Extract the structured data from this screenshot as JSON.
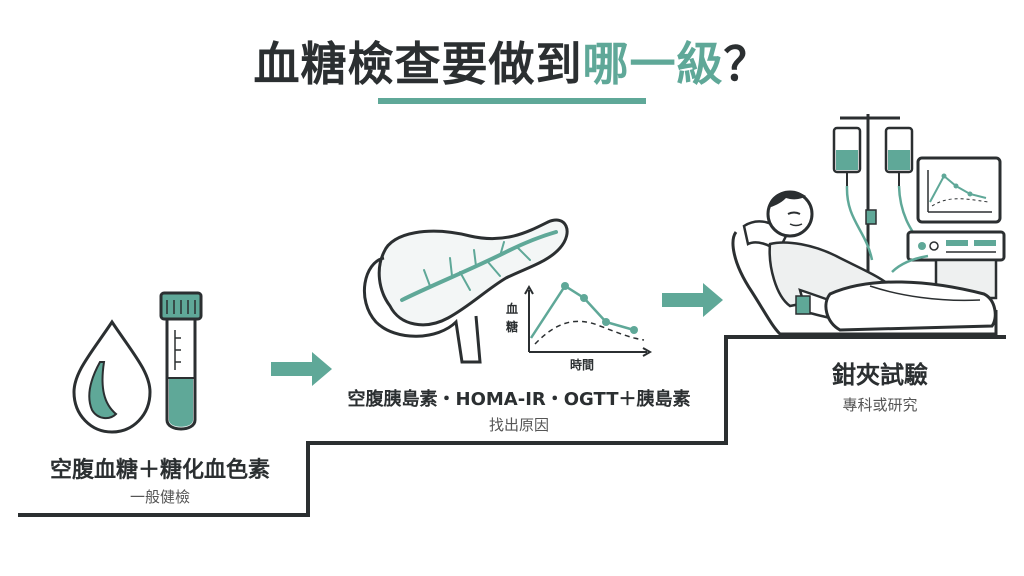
{
  "title": {
    "main": "血糖檢查要做到",
    "accent": "哪一級",
    "tail": "？"
  },
  "steps": [
    {
      "label": "空腹血糖＋糖化血色素",
      "sub": "一般健檢"
    },
    {
      "label": "空腹胰島素・HOMA-IR・OGTT＋胰島素",
      "sub": "找出原因"
    },
    {
      "label": "鉗夾試驗",
      "sub": "專科或研究"
    }
  ],
  "mini_chart": {
    "ylabel_top": "血",
    "ylabel_bottom": "糖",
    "xlabel": "時間"
  },
  "colors": {
    "accent": "#5fa898",
    "ink": "#2b2f31"
  }
}
